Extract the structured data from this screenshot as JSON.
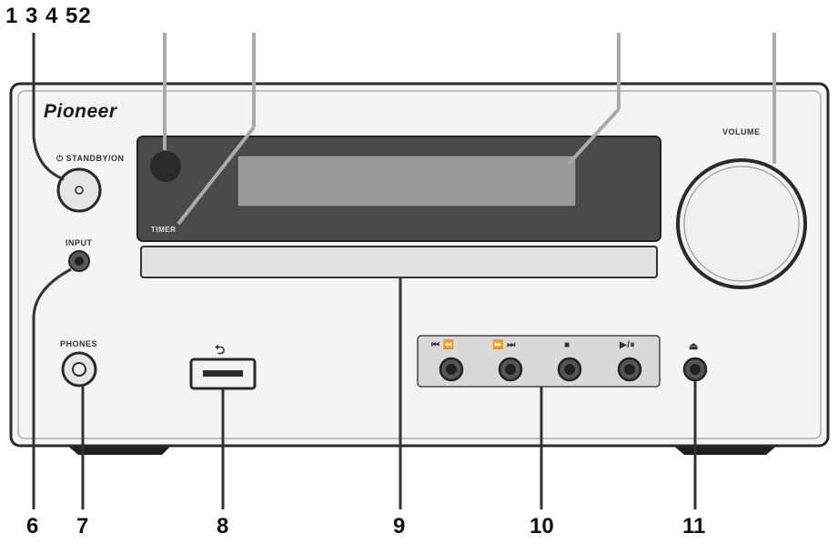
{
  "diagram": {
    "brand": "Pioneer",
    "labels": {
      "standby": "⏻ STANDBY/ON",
      "input": "INPUT",
      "phones": "PHONES",
      "timer": "TIMER",
      "volume": "VOLUME",
      "usb_symbol": "⮌",
      "btn_prev": "⏮ ⏪",
      "btn_next": "⏩ ⏭",
      "btn_stop": "■",
      "btn_play": "▶/⏸",
      "btn_eject": "⏏"
    },
    "callouts_top": "1 3 4 52",
    "callouts_bottom": [
      "6",
      "7",
      "8",
      "9",
      "10",
      "11"
    ]
  },
  "colors": {
    "outline": "#2a2a2a",
    "panel_fill": "#d9d9d9",
    "display_panel": "#4a4a4a",
    "display_window": "#9a9a9a",
    "sensor": "#2b2b2b",
    "feet": "#1f1f1f"
  }
}
